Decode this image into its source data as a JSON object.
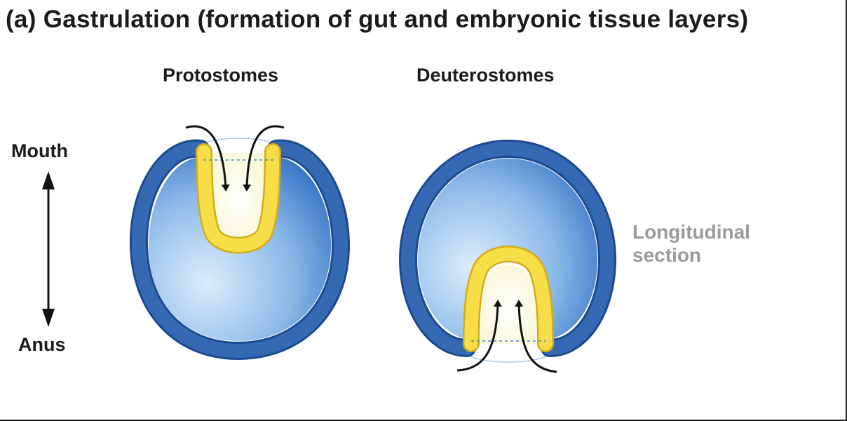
{
  "title": {
    "lead": "(a) Gastrulation",
    "rest": "(formation of gut and embryonic tissue layers)"
  },
  "headings": {
    "left": "Protostomes",
    "right": "Deuterostomes"
  },
  "axis": {
    "top": "Mouth",
    "bottom": "Anus"
  },
  "side_label": {
    "line1": "Longitudinal",
    "line2": "section"
  },
  "colors": {
    "ectoderm_cell": "#2f63ad",
    "ectoderm_edge": "#1c4587",
    "blastocoel_dark": "#3f7fd0",
    "blastocoel_light": "#d8ecfb",
    "endoderm_cell": "#f7df4a",
    "endoderm_edge": "#d8b51d",
    "archenteron": "#fdfde8",
    "arrow": "#111111"
  }
}
